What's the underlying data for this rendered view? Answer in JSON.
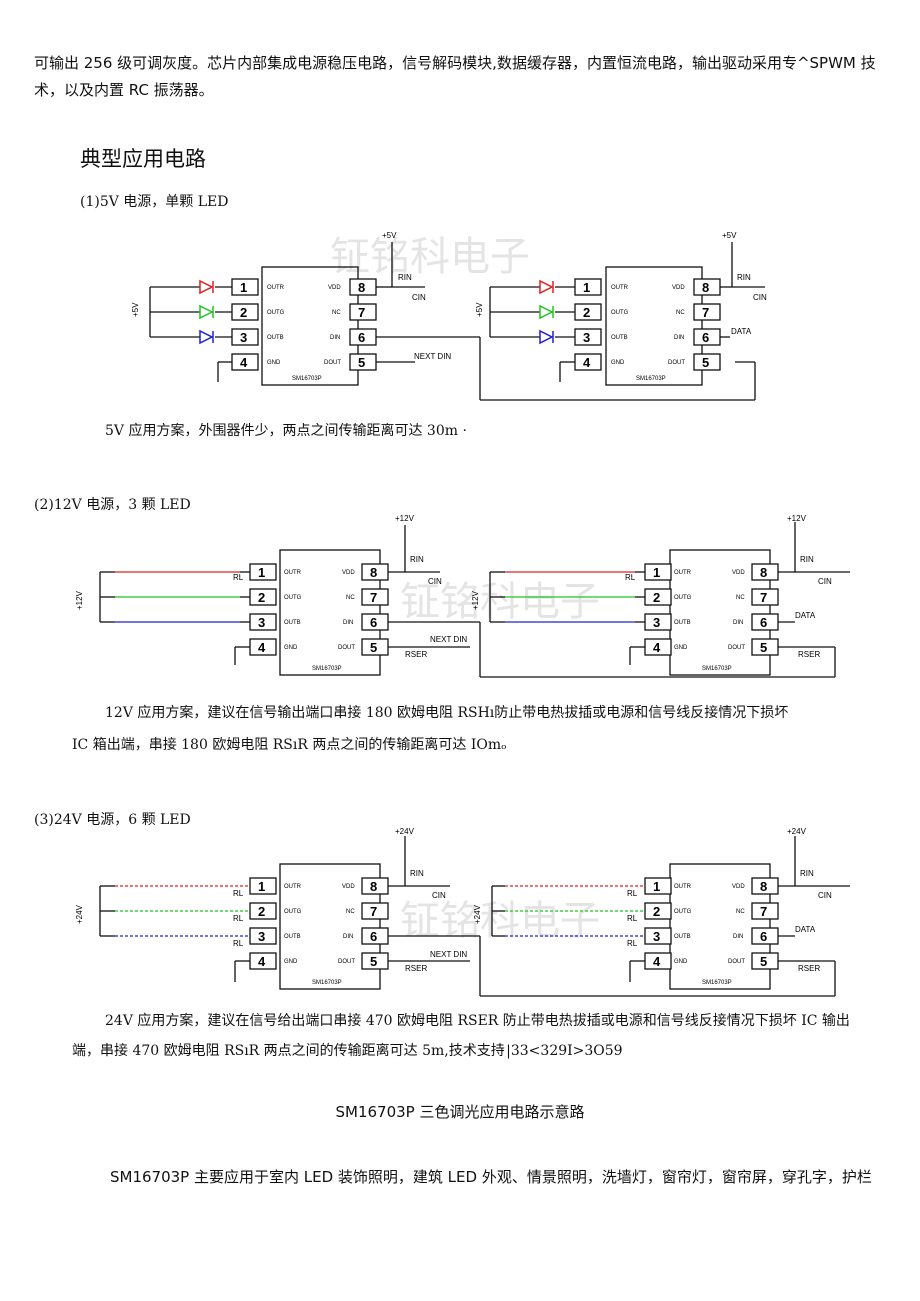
{
  "intro": {
    "line1": "可输出 256 级可调灰度。芯片内部集成电源稳压电路，信号解码模块,数据缓存器，内置恒流电路，输出驱动采用专^SPWM 技",
    "line2": "术，以及内置 RC 振荡器。"
  },
  "section_title": "典型应用电路",
  "circuits": [
    {
      "heading": "(1)5V 电源，单颗 LED",
      "note": "5V 应用方案，外围器件少，两点之间传输距离可达 30m ·",
      "supply": "+5V",
      "supply_left": "+5V"
    },
    {
      "heading": "(2)12V 电源，3 颗 LED",
      "note_line1": "12V 应用方案，建议在信号输出端口串接 180 欧姆电阻 RSHı防止带电热拔插或电源和信号线反接情况下损坏",
      "note_line2": "IC 箱出端，串接 180 欧姆电阻 RSıR 两点之间的传输距离可达 IOmₒ",
      "supply": "+12V",
      "supply_left": "+12V"
    },
    {
      "heading": "(3)24V 电源，6 颗 LED",
      "note_line1": "24V 应用方案，建议在信号给出端口串接 470 欧姆电阻 RSER 防止带电热拔插或电源和信号线反接情况下损坏 IC 输出",
      "note_line2": "端，串接 470 欧姆电阻 RSıR 两点之间的传输距离可达 5m,技术支持 |33<329I>3O59",
      "supply": "+24V",
      "supply_left": "+24V"
    }
  ],
  "chip": {
    "name": "SM16703P",
    "pins_left": [
      "OUTR",
      "OUTG",
      "OUTB",
      "GND"
    ],
    "pins_right": [
      "VDD",
      "NC",
      "DIN",
      "DOUT"
    ],
    "nums_left": [
      "1",
      "2",
      "3",
      "4"
    ],
    "nums_right": [
      "8",
      "7",
      "6",
      "5"
    ]
  },
  "labels": {
    "rin": "RIN",
    "cin": "CIN",
    "rl": "RL",
    "rser": "RSER",
    "next_din": "NEXT DIN",
    "data": "DATA"
  },
  "watermark": "钲铭科电子",
  "figure_caption": "SM16703P 三色调光应用电路示意路",
  "applications": "SM16703P 主要应用于室内 LED 装饰照明，建筑 LED 外观、情景照明，洗墙灯，窗帘灯，窗帘屏，穿孔字，护栏",
  "colors": {
    "red": "#e02020",
    "green": "#22c322",
    "blue": "#2020d0",
    "line": "#111111"
  }
}
